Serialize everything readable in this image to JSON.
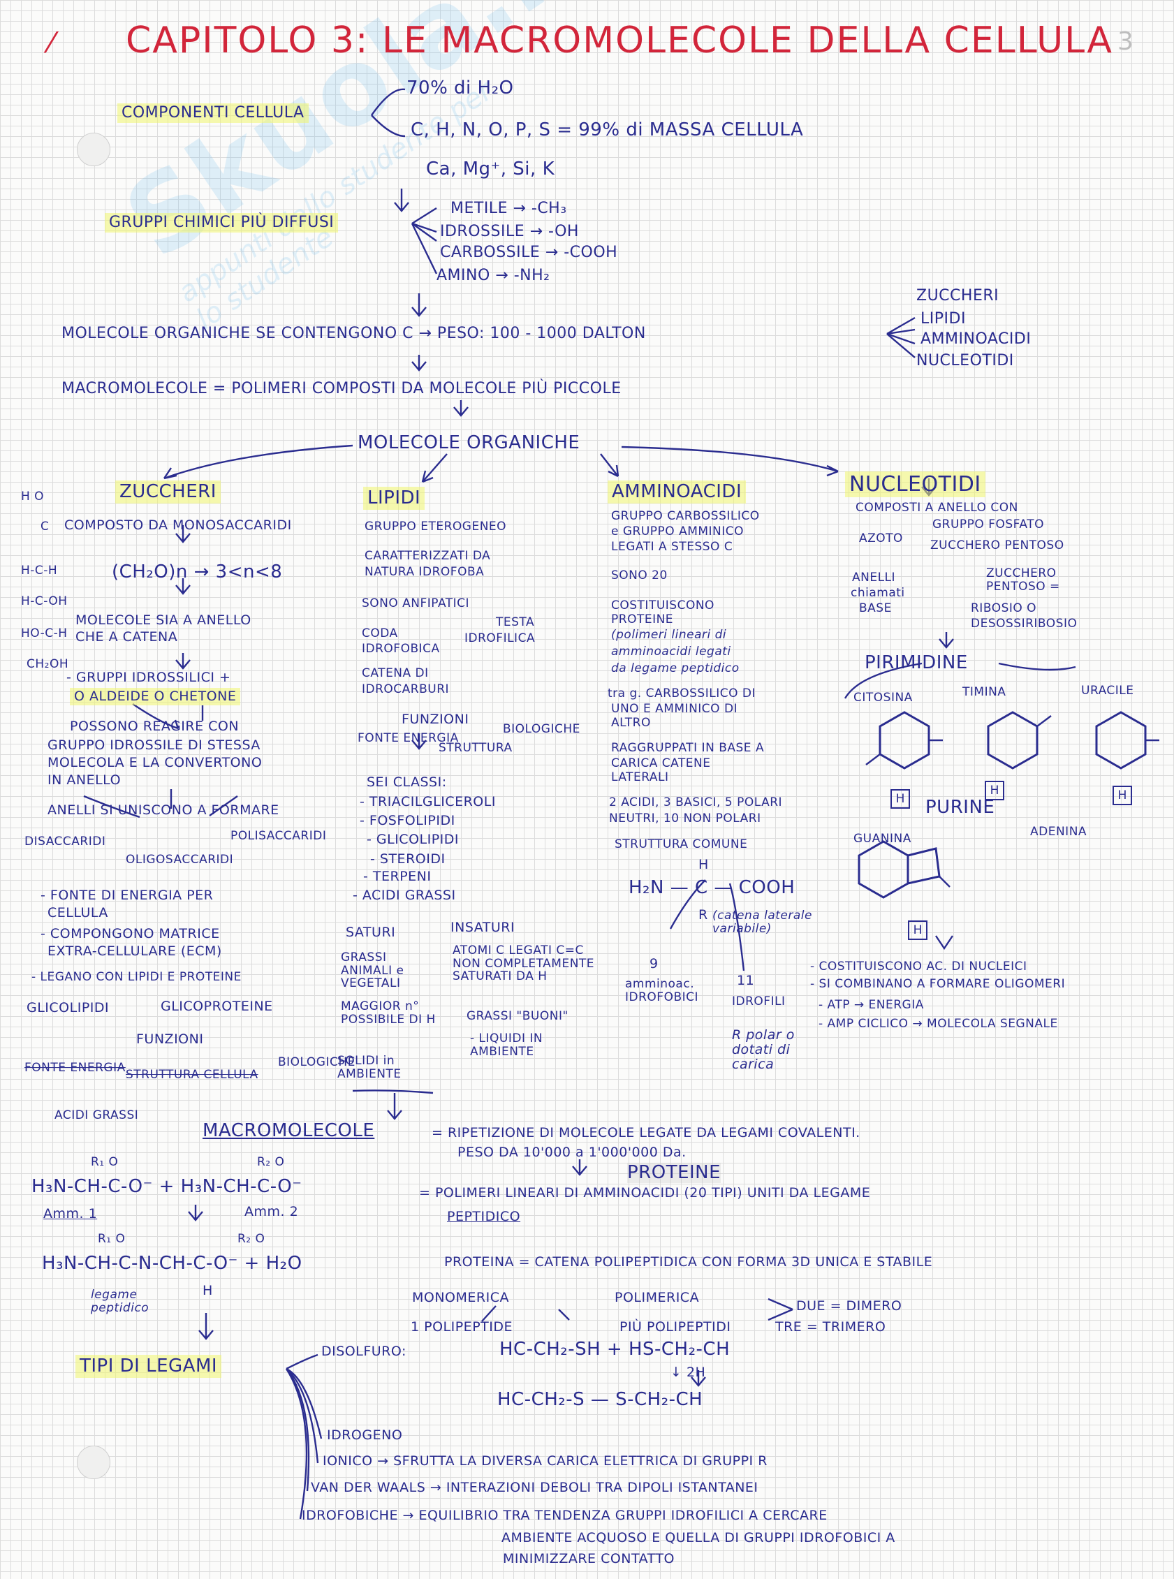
{
  "page_number": "3",
  "title": "CAPITOLO 3: LE MACROMOLECOLE DELLA CELLULA",
  "watermark": {
    "logo": "Skuola.net",
    "tagline": "appunti dallo studente per lo studente"
  },
  "components": {
    "label": "COMPONENTI CELLULA",
    "water": "70% di H₂O",
    "elements": "C, H, N, O, P, S = 99% di MASSA CELLULA",
    "ions": "Ca, Mg⁺, Si, K"
  },
  "groups": {
    "label": "GRUPPI CHIMICI PIÙ DIFFUSI",
    "items": [
      "METILE → -CH₃",
      "IDROSSILE → -OH",
      "CARBOSSILE → -COOH",
      "AMINO → -NH₂"
    ]
  },
  "organic": {
    "text": "MOLECOLE ORGANICHE SE CONTENGONO C → PESO: 100 - 1000 DALTON",
    "types": [
      "ZUCCHERI",
      "LIPIDI",
      "AMMINOACIDI",
      "NUCLEOTIDI"
    ]
  },
  "macro_def": "MACROMOLECOLE = POLIMERI COMPOSTI DA MOLECOLE PIÙ PICCOLE",
  "mol_org": "MOLECOLE ORGANICHE",
  "sugars": {
    "head": "ZUCCHERI",
    "formula": [
      "H  O",
      "C",
      "H-C-H",
      "H-C-OH",
      "HO-C-H",
      "CH₂OH"
    ],
    "lines": [
      "COMPOSTO DA MONOSACCARIDI",
      "(CH₂O)n → 3<n<8",
      "MOLECOLE SIA A ANELLO",
      "CHE A CATENA",
      "- GRUPPI IDROSSILICI +",
      "O ALDEIDE O CHETONE",
      "POSSONO REAGIRE CON",
      "GRUPPO IDROSSILE DI STESSA",
      "MOLECOLA E LA CONVERTONO",
      "IN ANELLO",
      "ANELLI SI UNISCONO A FORMARE",
      "DISACCARIDI",
      "POLISACCARIDI",
      "OLIGOSACCARIDI",
      "- FONTE DI ENERGIA PER",
      "CELLULA",
      "- COMPONGONO MATRICE",
      "EXTRA-CELLULARE (ECM)",
      "- LEGANO CON LIPIDI E PROTEINE",
      "GLICOLIPIDI",
      "GLICOPROTEINE",
      "FUNZIONI",
      "FONTE ENERGIA",
      "STRUTTURA CELLULA",
      "BIOLOGICHE",
      "ACIDI GRASSI"
    ]
  },
  "lipids": {
    "head": "LIPIDI",
    "lines": [
      "GRUPPO ETEROGENEO",
      "CARATTERIZZATI DA",
      "NATURA IDROFOBA",
      "SONO ANFIPATICI",
      "CODA",
      "IDROFOBICA",
      "TESTA",
      "IDROFILICA",
      "CATENA DI",
      "IDROCARBURI",
      "FUNZIONI",
      "FONTE ENERGIA",
      "STRUTTURA",
      "BIOLOGICHE",
      "SEI CLASSI:",
      "- TRIACILGLICEROLI",
      "- FOSFOLIPIDI",
      "- GLICOLIPIDI",
      "- STEROIDI",
      "- TERPENI",
      "- ACIDI GRASSI",
      "SATURI",
      "INSATURI",
      "GRASSI ANIMALI e VEGETALI",
      "MAGGIOR n° POSSIBILE DI H",
      "SOLIDI in AMBIENTE",
      "ATOMI C LEGATI C=C NON COMPLETAMENTE SATURATI DA H",
      "GRASSI \"BUONI\"",
      "- LIQUIDI IN AMBIENTE"
    ]
  },
  "amino": {
    "head": "AMMINOACIDI",
    "lines": [
      "GRUPPO CARBOSSILICO",
      "e GRUPPO AMMINICO",
      "LEGATI A STESSO C",
      "SONO 20",
      "COSTITUISCONO",
      "PROTEINE",
      "(polimeri lineari di",
      "amminoacidi legati",
      "da legame peptidico",
      "tra g. CARBOSSILICO DI",
      "UNO E AMMINICO DI",
      "ALTRO",
      "RAGGRUPPATI IN BASE A",
      "CARICA CATENE",
      "LATERALI",
      "2 ACIDI, 3 BASICI, 5 POLARI",
      "NEUTRI, 10 NON POLARI",
      "STRUTTURA COMUNE",
      "H",
      "H₂N — C — COOH",
      "R",
      "(catena laterale variabile)",
      "9",
      "amminoac. IDROFOBICI",
      "11",
      "IDROFILI",
      "R polar o dotati di carica"
    ]
  },
  "nucleotides": {
    "head": "NUCLEOTIDI",
    "lines": [
      "COMPOSTI A ANELLO CON",
      "AZOTO",
      "GRUPPO FOSFATO",
      "ZUCCHERO PENTOSO",
      "ANELLI",
      "chiamati",
      "BASE",
      "ZUCCHERO PENTOSO =",
      "RIBOSIO O",
      "DESOSSIRIBOSIO",
      "PIRIMIDINE",
      "CITOSINA",
      "TIMINA",
      "URACILE",
      "PURINE",
      "GUANINA",
      "ADENINA",
      "- COSTITUISCONO AC. DI NUCLEICI",
      "- SI COMBINANO A FORMARE OLIGOMERI",
      "- ATP → ENERGIA",
      "- AMP CICLICO → MOLECOLA SEGNALE"
    ]
  },
  "macro2": {
    "head": "MACROMOLECOLE",
    "def": "= RIPETIZIONE DI MOLECOLE LEGATE DA LEGAMI COVALENTI.",
    "weight": "PESO DA 10'000 a 1'000'000 Da.",
    "proteins": "PROTEINE",
    "poly": "= POLIMERI LINEARI DI AMMINOACIDI (20 TIPI) UNITI DA LEGAME",
    "peptidic": "PEPTIDICO",
    "protein_def": "PROTEINA = CATENA POLIPEPTIDICA CON FORMA 3D UNICA E STABILE",
    "mono": "MONOMERICA",
    "poli": "POLIMERICA",
    "one": "1 POLIPEPTIDE",
    "more": "PIÙ POLIPEPTIDI",
    "due": "DUE = DIMERO",
    "tre": "TRE = TRIMERO"
  },
  "reaction": {
    "line1": "H₃N-CH-C-O⁻ + H₃N-CH-C-O⁻",
    "r1": "R₁  O",
    "r2": "R₂  O",
    "am1": "Amm. 1",
    "am2": "Amm. 2",
    "line2": "H₃N-CH-C-N-CH-C-O⁻ + H₂O",
    "h": "H",
    "bond_label": "legame peptidico"
  },
  "bonds": {
    "label": "TIPI DI LEGAMI",
    "disulfide": "DISOLFURO:",
    "ds1": "HC-CH₂-SH + HS-CH₂-CH",
    "ds2": "↓ 2H",
    "ds3": "HC-CH₂-S — S-CH₂-CH",
    "items": [
      "IDROGENO",
      "IONICO → SFRUTTA LA DIVERSA CARICA ELETTRICA DI GRUPPI R",
      "VAN DER WAALS → INTERAZIONI DEBOLI TRA DIPOLI ISTANTANEI",
      "IDROFOBICHE → EQUILIBRIO TRA TENDENZA GRUPPI IDROFILICI A CERCARE",
      "AMBIENTE ACQUOSO E QUELLA DI GRUPPI IDROFOBICI A",
      "MINIMIZZARE CONTATTO"
    ]
  }
}
